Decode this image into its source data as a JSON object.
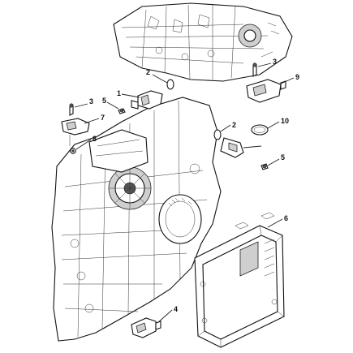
{
  "diagram": {
    "callouts": [
      {
        "id": "c1",
        "label": "1"
      },
      {
        "id": "c2a",
        "label": "2"
      },
      {
        "id": "c2b",
        "label": "2"
      },
      {
        "id": "c3a",
        "label": "3"
      },
      {
        "id": "c3b",
        "label": "3"
      },
      {
        "id": "c4",
        "label": "4"
      },
      {
        "id": "c5a",
        "label": "5"
      },
      {
        "id": "c5b",
        "label": "5"
      },
      {
        "id": "c6",
        "label": "6"
      },
      {
        "id": "c7",
        "label": "7"
      },
      {
        "id": "c8",
        "label": "8"
      },
      {
        "id": "c9",
        "label": "9"
      },
      {
        "id": "c10",
        "label": "10"
      }
    ]
  }
}
